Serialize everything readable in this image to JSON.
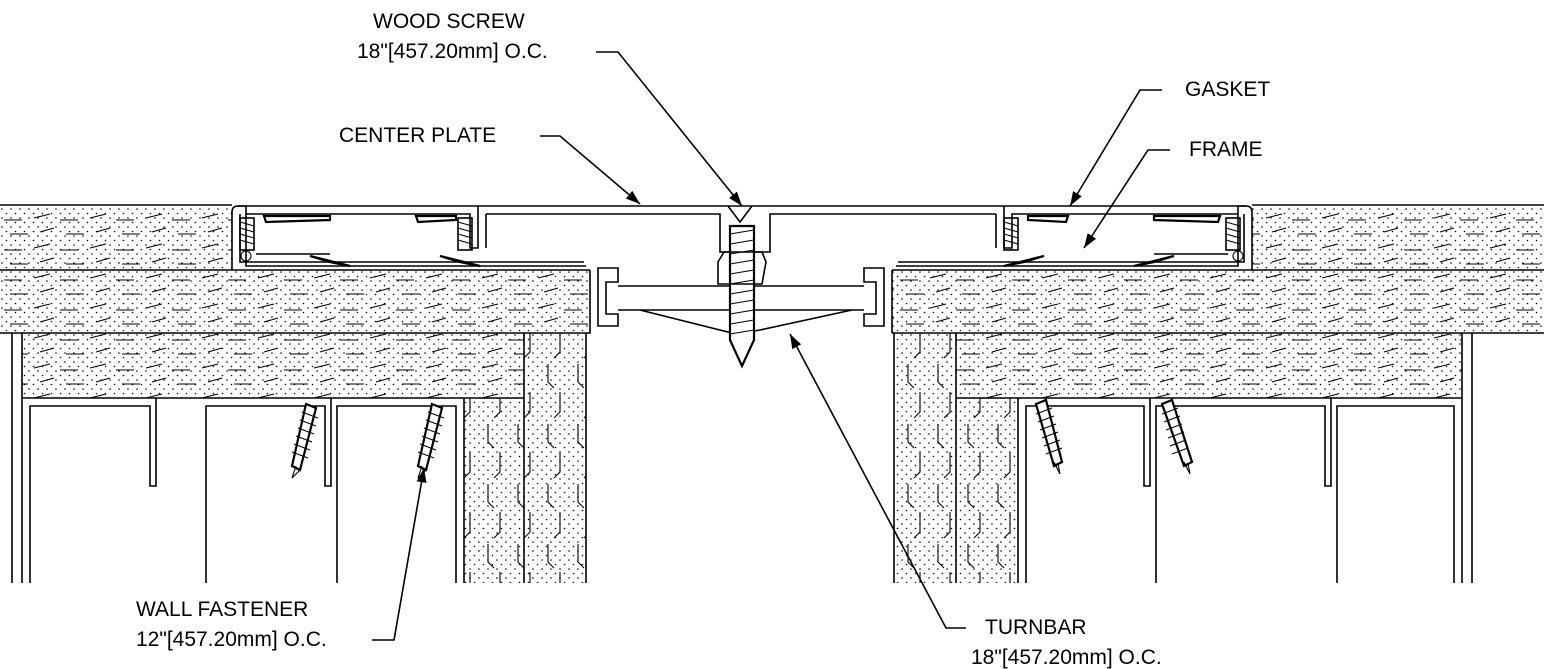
{
  "labels": {
    "wood_screw": {
      "line1": "WOOD SCREW",
      "line2": "18\"[457.20mm] O.C."
    },
    "center_plate": "CENTER PLATE",
    "gasket": "GASKET",
    "frame": "FRAME",
    "wall_fastener": {
      "line1": "WALL FASTENER",
      "line2": "12\"[457.20mm] O.C."
    },
    "turnbar": {
      "line1": "TURNBAR",
      "line2": "18\"[457.20mm] O.C."
    }
  },
  "colors": {
    "line": "#000000",
    "background": "#ffffff"
  }
}
